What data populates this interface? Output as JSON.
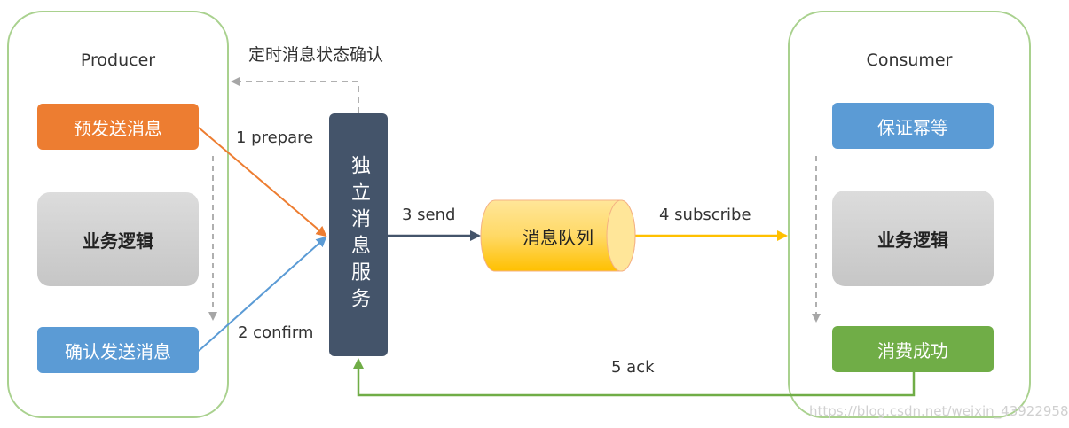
{
  "producer": {
    "title": "Producer",
    "prepare_box": "预发送消息",
    "business_box": "业务逻辑",
    "confirm_box": "确认发送消息"
  },
  "consumer": {
    "title": "Consumer",
    "idempotent_box": "保证幂等",
    "business_box": "业务逻辑",
    "success_box": "消费成功"
  },
  "service": {
    "label": "独立消息服务"
  },
  "queue": {
    "label": "消息队列"
  },
  "labels": {
    "status_confirm": "定时消息状态确认",
    "prepare": "1 prepare",
    "confirm": "2 confirm",
    "send": "3 send",
    "subscribe": "4 subscribe",
    "ack": "5 ack"
  },
  "watermark": "https://blog.csdn.net/weixin_43922958",
  "colors": {
    "orange": "#ed7d31",
    "blue": "#5b9bd5",
    "dark": "#44546a",
    "yellow": "#ffc000",
    "green": "#70ad47",
    "panel_border": "#a9d18e"
  }
}
